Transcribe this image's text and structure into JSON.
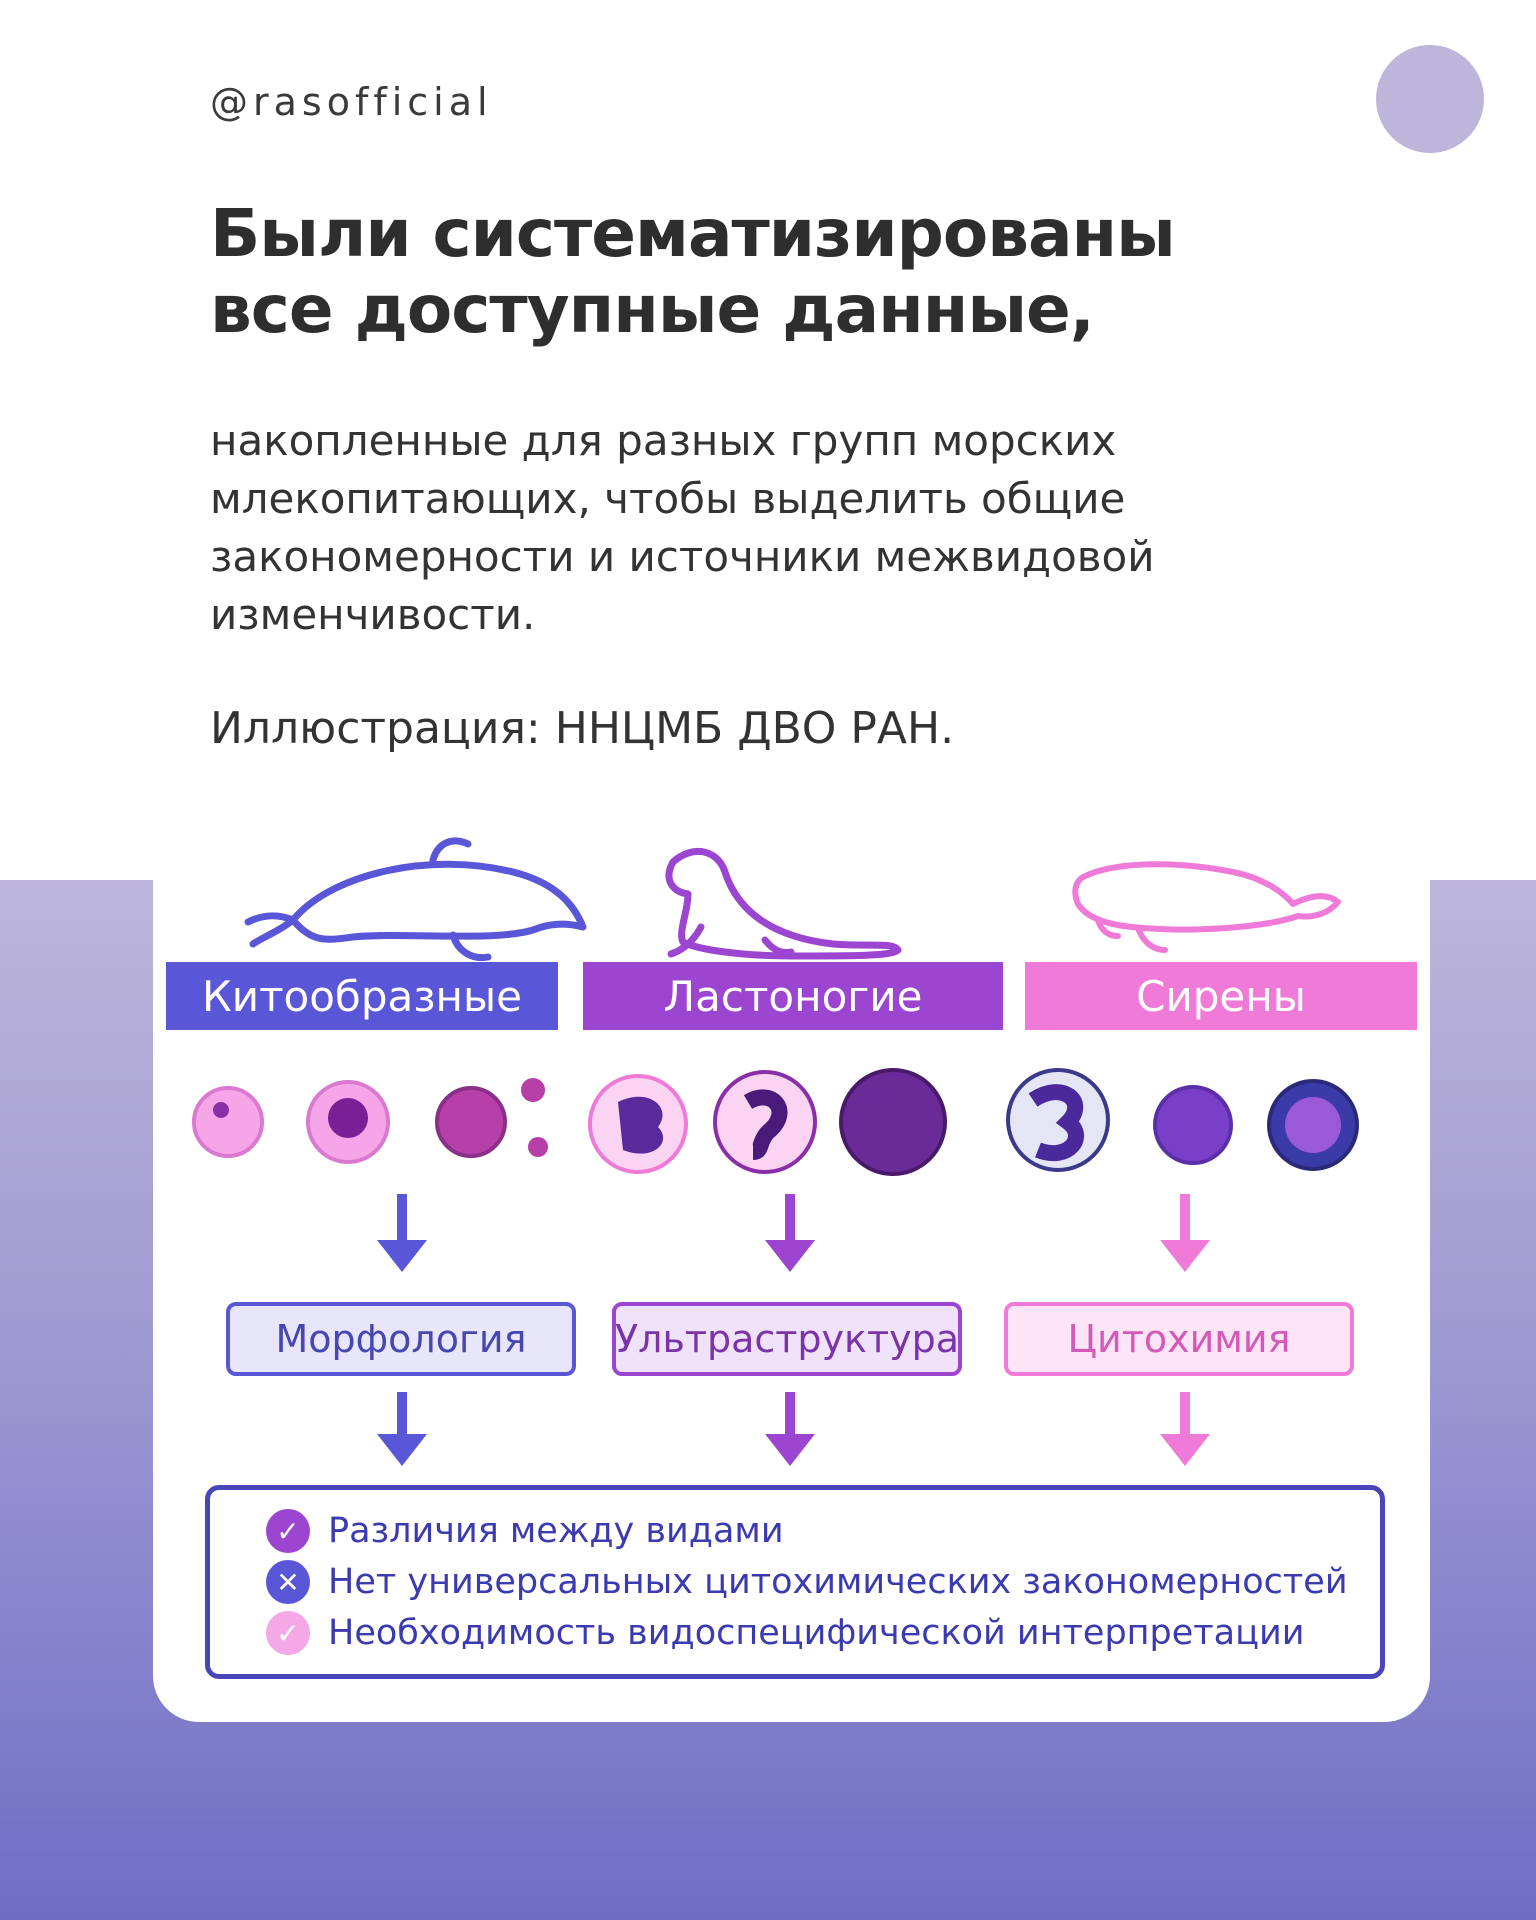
{
  "header": {
    "handle": "@rasofficial"
  },
  "headline": {
    "line1": "Были систематизированы",
    "line2": "все доступные данные,"
  },
  "body": {
    "text": "накопленные для разных групп морских млекопитающих, чтобы выделить общие закономерности и источники межвидовой изменчивости.",
    "credit": "Иллюстрация: ННЦМБ ДВО РАН."
  },
  "diagram": {
    "groups": [
      {
        "label": "Китообразные",
        "color": "#5a56d8",
        "icon": "dolphin-icon"
      },
      {
        "label": "Ластоногие",
        "color": "#9b45d0",
        "icon": "seal-icon"
      },
      {
        "label": "Сирены",
        "color": "#f07ad8",
        "icon": "manatee-icon"
      }
    ],
    "methods": [
      {
        "label": "Морфология",
        "border": "#5a56d8",
        "fill": "#e7e6fb",
        "text": "#4846b0"
      },
      {
        "label": "Ультраструктура",
        "border": "#9b45d0",
        "fill": "#f0e2fa",
        "text": "#7a33a8"
      },
      {
        "label": "Цитохимия",
        "border": "#f07ad8",
        "fill": "#fde4f7",
        "text": "#d35ab8"
      }
    ],
    "results": [
      {
        "label": "Различия между видами",
        "mark": "check-icon",
        "color": "#9b45d0"
      },
      {
        "label": "Нет универсальных цитохимических закономерностей",
        "mark": "cross-icon",
        "color": "#5a56d8"
      },
      {
        "label": "Необходимость видоспецифической интерпретации",
        "mark": "check-icon",
        "color": "#f5a8e6"
      }
    ]
  },
  "colors": {
    "background_top": "#ffffff",
    "gradient_start": "#bdb6da",
    "gradient_end": "#6f6dc6",
    "avatar": "#bdb6da"
  }
}
